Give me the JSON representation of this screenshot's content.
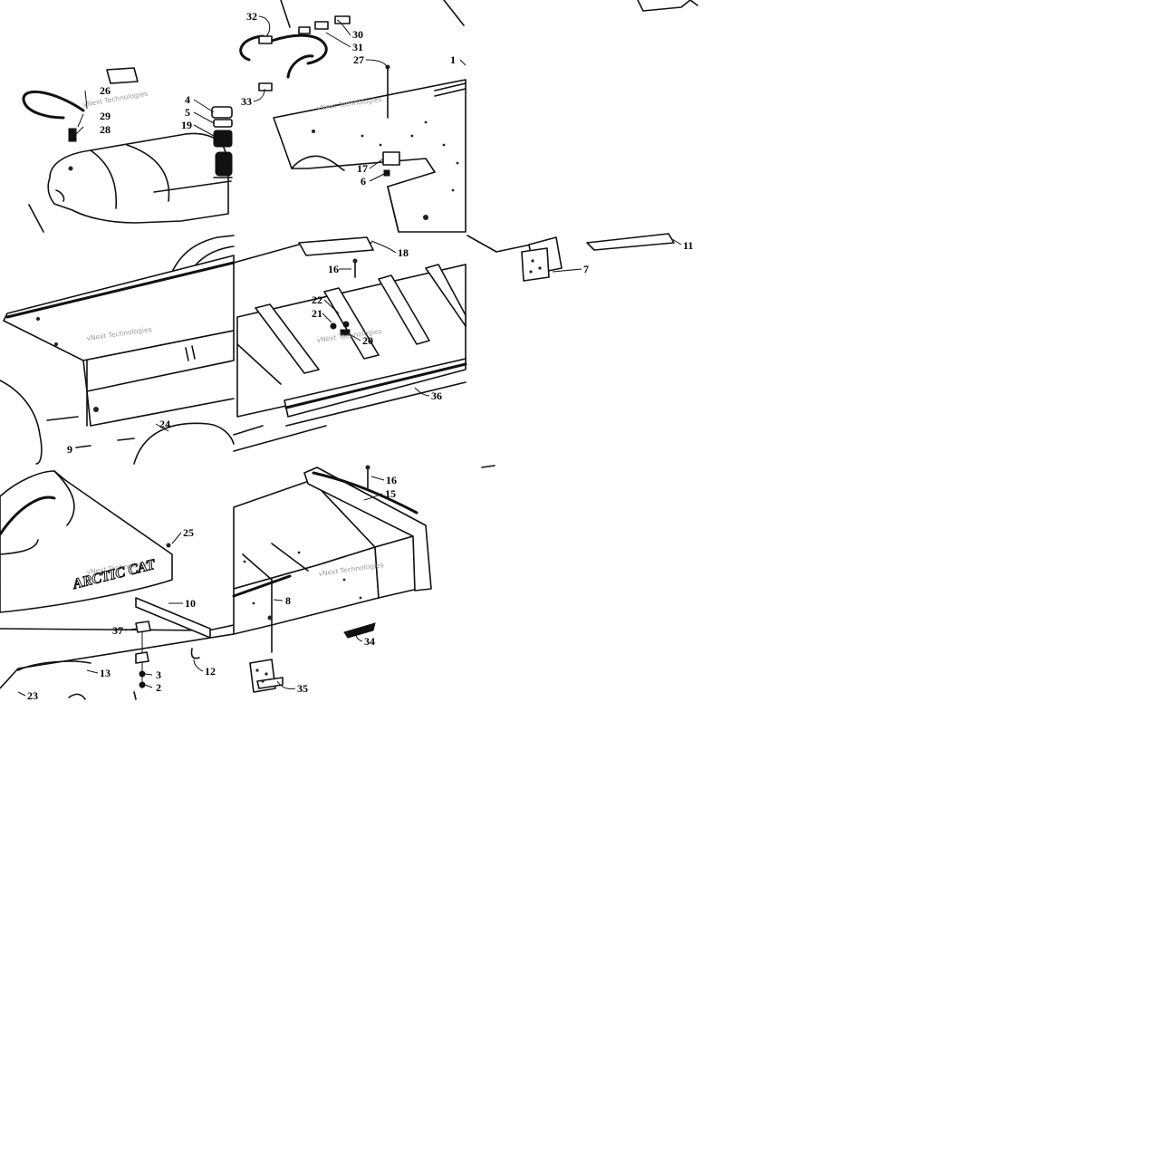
{
  "watermark_text": "vNext Technologies",
  "logo_text": "ARCTIC CAT",
  "callouts": {
    "c1": "1",
    "c2": "2",
    "c3": "3",
    "c4": "4",
    "c5": "5",
    "c6": "6",
    "c7": "7",
    "c8": "8",
    "c9": "9",
    "c10": "10",
    "c11": "11",
    "c12": "12",
    "c13": "13",
    "c15": "15",
    "c16a": "16",
    "c16b": "16",
    "c17": "17",
    "c18": "18",
    "c19": "19",
    "c20": "20",
    "c21": "21",
    "c22": "22",
    "c23": "23",
    "c24": "24",
    "c25": "25",
    "c26": "26",
    "c27": "27",
    "c28": "28",
    "c29": "29",
    "c30": "30",
    "c31": "31",
    "c32": "32",
    "c33": "33",
    "c34": "34",
    "c35": "35",
    "c36": "36",
    "c37": "37"
  }
}
